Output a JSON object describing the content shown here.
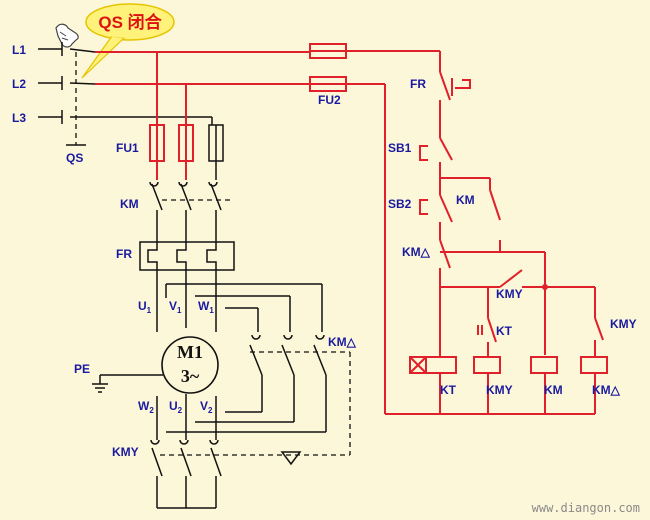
{
  "callout": {
    "text": "QS 闭合"
  },
  "phase_labels": {
    "l1": "L1",
    "l2": "L2",
    "l3": "L3"
  },
  "component_labels": {
    "qs": "QS",
    "fu1": "FU1",
    "fu2": "FU2",
    "km_main": "KM",
    "fr_power": "FR",
    "fr_control": "FR",
    "sb1": "SB1",
    "sb2": "SB2",
    "km_hold": "KM",
    "km_delta_ctrl": "KM△",
    "kmy_contact": "KMY",
    "kt_contact": "KT",
    "kt_coil": "KT",
    "kmy_coil": "KMY",
    "km_coil": "KM",
    "km_delta_coil": "KM△",
    "km_delta_power": "KM△",
    "kmy_power": "KMY",
    "pe": "PE"
  },
  "terminals": {
    "u": "U",
    "v": "V",
    "w": "W",
    "sub1": "1",
    "sub2": "2"
  },
  "motor": {
    "line1": "M1",
    "line2": "3~"
  },
  "watermark": "www.diangon.com",
  "colors": {
    "control_wire": "#e0202a",
    "power_wire": "#111111",
    "label": "#1a1aa0",
    "background": "#fcf7d8",
    "callout_fill": "#fff27a",
    "callout_text": "#dd1111"
  },
  "icons": {
    "hand": "pointing-hand-icon"
  }
}
